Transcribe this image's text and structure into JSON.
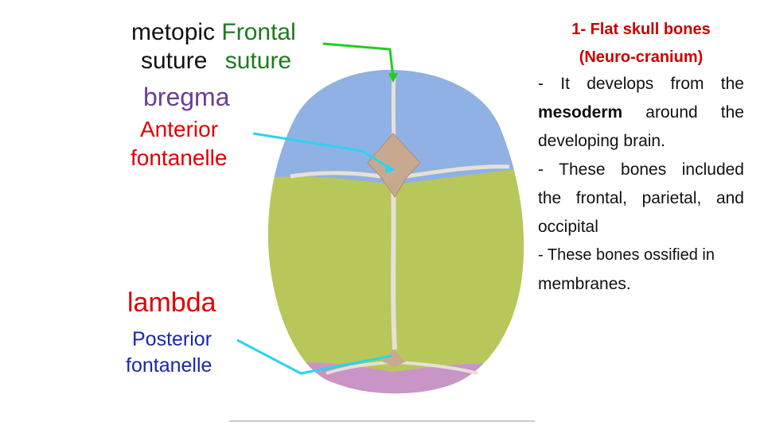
{
  "colors": {
    "frontal_bone": "#8fb1e3",
    "parietal_bone": "#b7c75a",
    "occipital_bone": "#c995c6",
    "fontanelle": "#c8a98f",
    "green_label": "#1f7a1f",
    "purple_label": "#6a3d9a",
    "red_label": "#e00000",
    "blue_label": "#1a27b0",
    "pointer_green": "#22cc22",
    "pointer_cyan": "#2ad4f0"
  },
  "labels": {
    "metopic": "metopic",
    "frontal": "Frontal",
    "suture_1": "suture",
    "suture_2": "suture",
    "bregma": "bregma",
    "anterior_1": "Anterior",
    "anterior_2": "fontanelle",
    "lambda": "lambda",
    "posterior_1": "Posterior",
    "posterior_2": "fontanelle"
  },
  "text": {
    "title": "1- Flat skull bones",
    "subtitle": "(Neuro-cranium)",
    "p1_l1": "- It develops from the",
    "p1_l2_bold": "mesoderm",
    "p1_l2_rest": " around the",
    "p1_l3": "developing brain.",
    "p2_l1": "- These bones included",
    "p2_l2": "the frontal, parietal, and",
    "p2_l3": "occipital",
    "p3_l1": "- These bones ossified in",
    "p3_l2": "membranes."
  }
}
